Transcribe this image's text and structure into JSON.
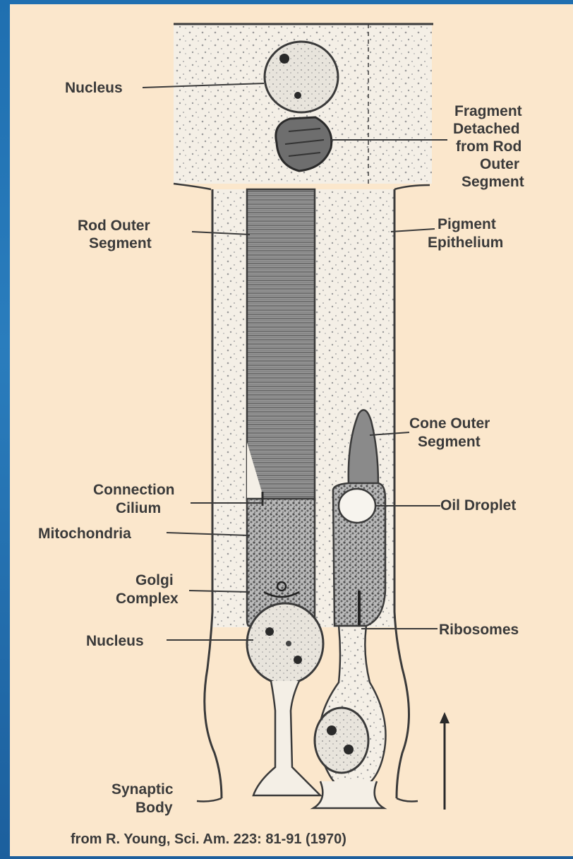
{
  "diagram": {
    "labels": {
      "nucleus_top": "Nucleus",
      "fragment": [
        "Fragment",
        "Detached",
        "from Rod",
        "Outer",
        "Segment"
      ],
      "rod_outer_segment": [
        "Rod Outer",
        "Segment"
      ],
      "pigment_epithelium": [
        "Pigment",
        "Epithelium"
      ],
      "cone_outer_segment": [
        "Cone Outer",
        "Segment"
      ],
      "connection_cilium": [
        "Connection",
        "Cilium"
      ],
      "oil_droplet": "Oil Droplet",
      "mitochondria": "Mitochondria",
      "golgi_complex": [
        "Golgi",
        "Complex"
      ],
      "ribosomes": "Ribosomes",
      "nucleus_bottom": "Nucleus",
      "synaptic_body": [
        "Synaptic",
        "Body"
      ]
    },
    "citation": "from R. Young, Sci. Am. 223: 81-91 (1970)",
    "colors": {
      "background": "#1f6fb0",
      "panel": "#fbe7cc",
      "ink": "#3a3a3a",
      "rod_segment": "#8a8a8a"
    }
  }
}
